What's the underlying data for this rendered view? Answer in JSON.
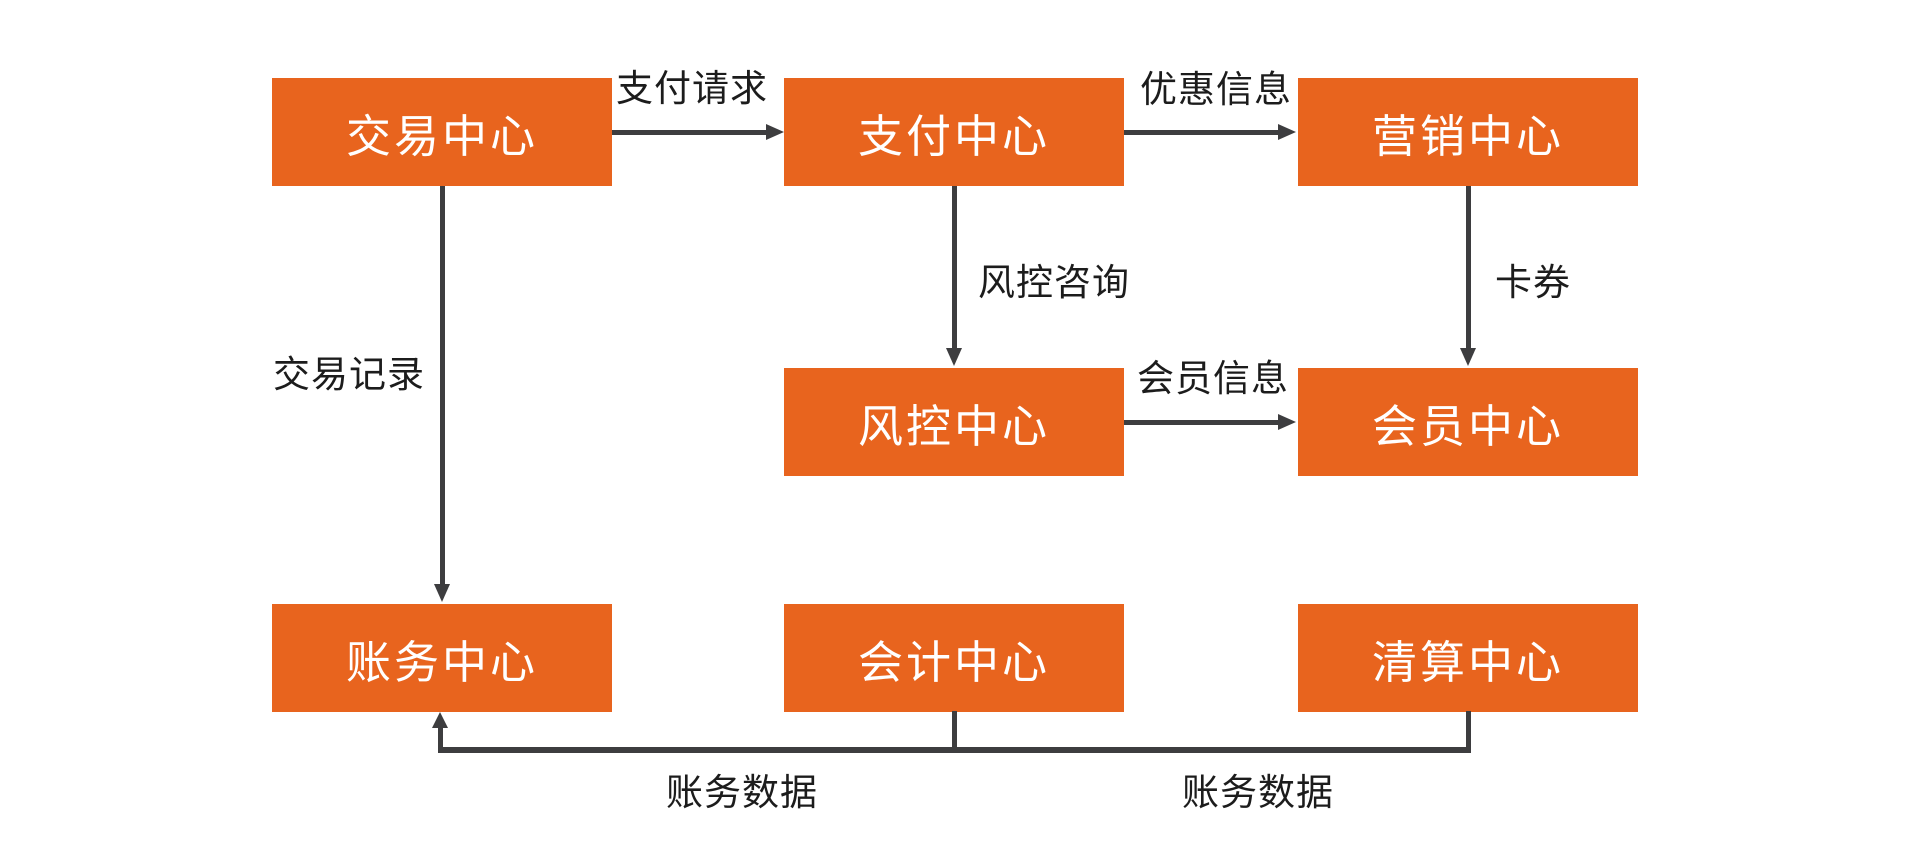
{
  "diagram": {
    "type": "flowchart",
    "background": "#ffffff",
    "colors": {
      "node_fill": "#e8641e",
      "node_text": "#ffffff",
      "edge_line": "#3d3d3f",
      "edge_label_text": "#1c1c1c"
    },
    "nodes": [
      {
        "id": "trade",
        "label": "交易中心"
      },
      {
        "id": "payment",
        "label": "支付中心"
      },
      {
        "id": "marketing",
        "label": "营销中心"
      },
      {
        "id": "risk",
        "label": "风控中心"
      },
      {
        "id": "member",
        "label": "会员中心"
      },
      {
        "id": "account",
        "label": "账务中心"
      },
      {
        "id": "bookkeeping",
        "label": "会计中心"
      },
      {
        "id": "clearing",
        "label": "清算中心"
      }
    ],
    "edges": [
      {
        "from": "交易中心",
        "to": "支付中心",
        "label": "支付请求",
        "direction": "right"
      },
      {
        "from": "支付中心",
        "to": "营销中心",
        "label": "优惠信息",
        "direction": "right"
      },
      {
        "from": "支付中心",
        "to": "风控中心",
        "label": "风控咨询",
        "direction": "down"
      },
      {
        "from": "营销中心",
        "to": "会员中心",
        "label": "卡券",
        "direction": "down"
      },
      {
        "from": "风控中心",
        "to": "会员中心",
        "label": "会员信息",
        "direction": "right"
      },
      {
        "from": "交易中心",
        "to": "账务中心",
        "label": "交易记录",
        "direction": "down"
      },
      {
        "from": "会计中心",
        "to": "账务中心",
        "label": "账务数据",
        "direction": "down-left-up"
      },
      {
        "from": "清算中心",
        "to": "账务中心",
        "label": "账务数据",
        "direction": "down-left-up"
      }
    ]
  }
}
